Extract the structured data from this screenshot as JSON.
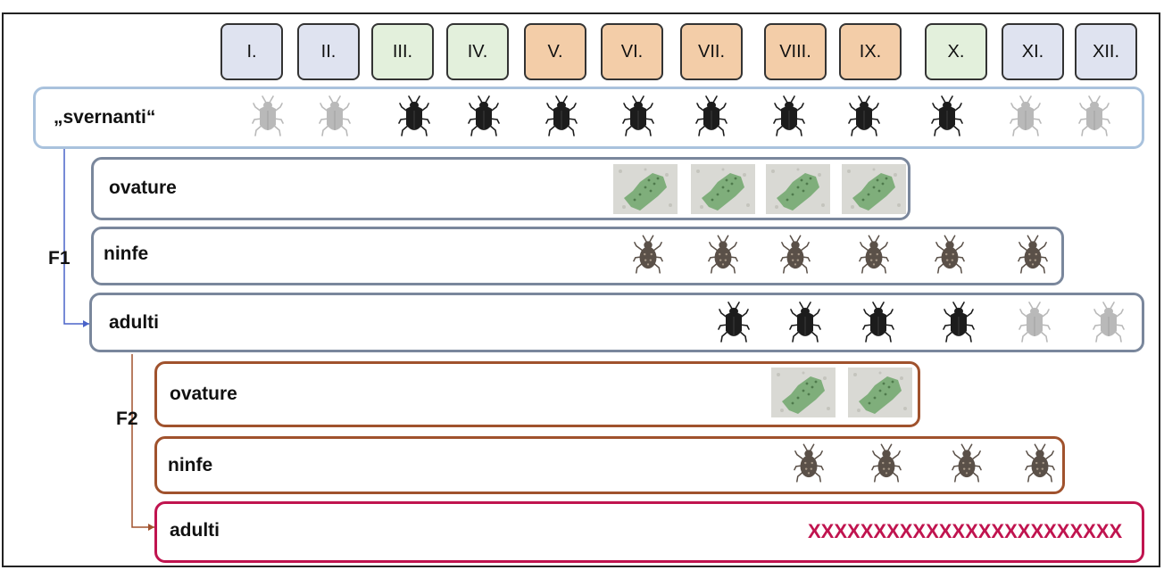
{
  "caption": "…",
  "months": [
    {
      "label": "I.",
      "color": "#dfe3f0"
    },
    {
      "label": "II.",
      "color": "#dfe3f0"
    },
    {
      "label": "III.",
      "color": "#e3f0dc"
    },
    {
      "label": "IV.",
      "color": "#e3f0dc"
    },
    {
      "label": "V.",
      "color": "#f3cda8"
    },
    {
      "label": "VI.",
      "color": "#f3cda8"
    },
    {
      "label": "VII.",
      "color": "#f3cda8"
    },
    {
      "label": "VIII.",
      "color": "#f3cda8"
    },
    {
      "label": "IX.",
      "color": "#f3cda8"
    },
    {
      "label": "X.",
      "color": "#e3f0dc"
    },
    {
      "label": "XI.",
      "color": "#dfe3f0"
    },
    {
      "label": "XII.",
      "color": "#dfe3f0"
    }
  ],
  "generations": {
    "f1": "F1",
    "f2": "F2"
  },
  "rows": {
    "svernanti": {
      "label": "„svernanti“",
      "border": "#a9c2dd"
    },
    "f1_ovature": {
      "label": "ovature",
      "border": "#7a879c"
    },
    "f1_ninfe": {
      "label": "ninfe",
      "border": "#7a879c"
    },
    "f1_adulti": {
      "label": "adulti",
      "border": "#7a879c"
    },
    "f2_ovature": {
      "label": "ovature",
      "border": "#a0522d"
    },
    "f2_ninfe": {
      "label": "ninfe",
      "border": "#a0522d"
    },
    "f2_adulti": {
      "label": "adulti",
      "border": "#a0522d"
    }
  },
  "no_adults_marker": "XXXXXXXXXXXXXXXXXXXXXXXX",
  "colors": {
    "f1_connector": "#4a63c9",
    "f2_connector": "#a0522d",
    "adult_bug": "#1c1c1c",
    "faded_bug": "#b9b9b9",
    "nymph_bug": "#5a5048",
    "egg_mass": "#7fae7b",
    "no_adults": "#c0144f"
  },
  "icons": {
    "adult": "stink-bug-adult-icon",
    "nymph": "stink-bug-nymph-icon",
    "eggs": "egg-mass-icon"
  }
}
